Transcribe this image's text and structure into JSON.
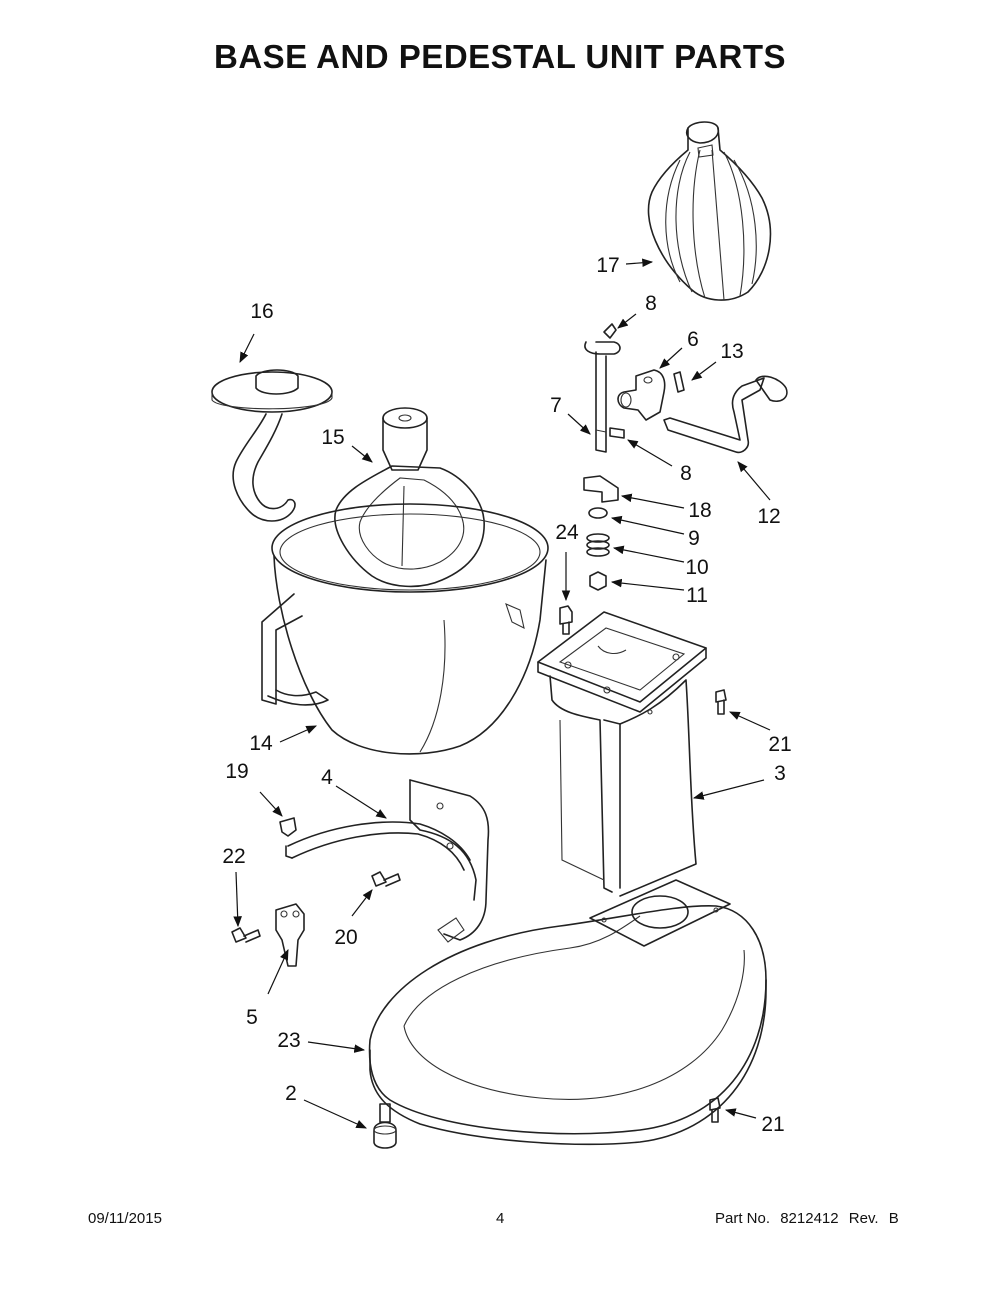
{
  "title": "BASE AND PEDESTAL UNIT PARTS",
  "callouts": [
    "16",
    "15",
    "17",
    "8",
    "6",
    "13",
    "7",
    "8",
    "12",
    "18",
    "24",
    "9",
    "10",
    "11",
    "14",
    "21",
    "19",
    "4",
    "3",
    "22",
    "20",
    "5",
    "23",
    "2",
    "21"
  ],
  "footer": {
    "date": "09/11/2015",
    "page": "4",
    "part_label": "Part No.",
    "part_number": "8212412",
    "rev_label": "Rev.",
    "rev": "B"
  }
}
